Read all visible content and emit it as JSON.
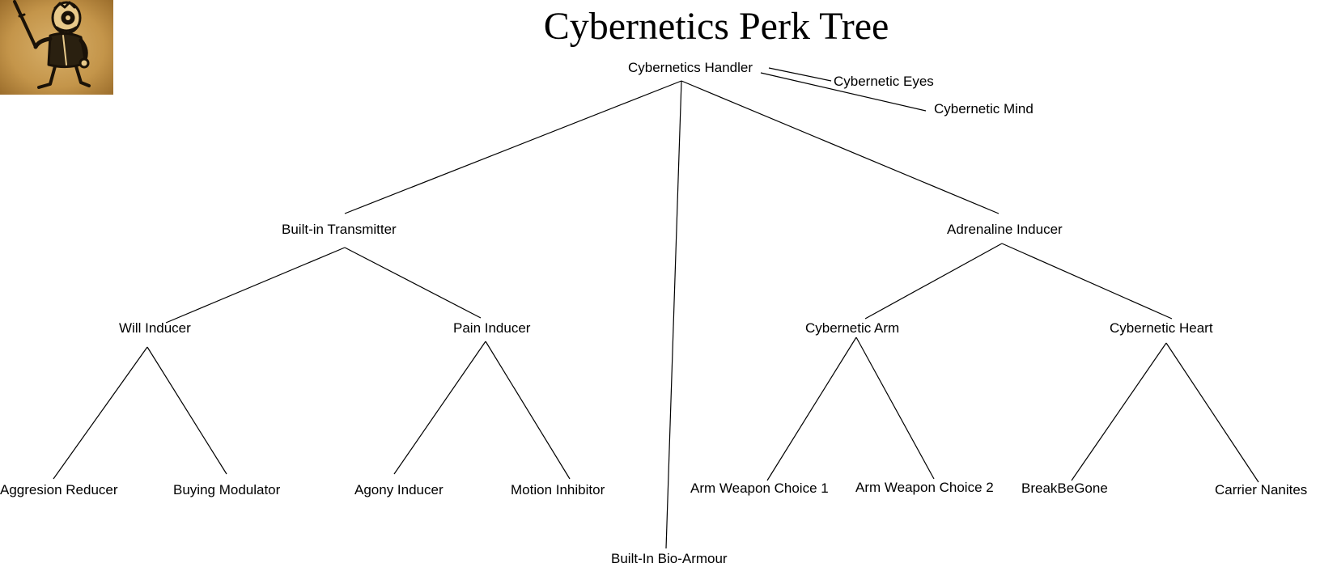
{
  "title": "Cybernetics Perk Tree",
  "logo": {
    "description_icon": "vault-boy-gunslinger-icon"
  },
  "nodes": {
    "handler": "Cybernetics Handler",
    "eyes": "Cybernetic Eyes",
    "mind": "Cybernetic Mind",
    "transmitter": "Built-in Transmitter",
    "adrenaline": "Adrenaline Inducer",
    "will": "Will Inducer",
    "pain": "Pain Inducer",
    "arm": "Cybernetic Arm",
    "heart": "Cybernetic Heart",
    "aggresion": "Aggresion Reducer",
    "buying": "Buying Modulator",
    "agony": "Agony Inducer",
    "motion": "Motion Inhibitor",
    "arm_weapon_1": "Arm Weapon Choice 1",
    "arm_weapon_2": "Arm Weapon Choice 2",
    "breakbegone": "BreakBeGone",
    "carrier": "Carrier Nanites",
    "bio_armour": "Built-In Bio-Armour"
  },
  "edges": [
    [
      "handler",
      "eyes"
    ],
    [
      "handler",
      "mind"
    ],
    [
      "handler",
      "transmitter"
    ],
    [
      "handler",
      "adrenaline"
    ],
    [
      "handler",
      "bio_armour"
    ],
    [
      "transmitter",
      "will"
    ],
    [
      "transmitter",
      "pain"
    ],
    [
      "adrenaline",
      "arm"
    ],
    [
      "adrenaline",
      "heart"
    ],
    [
      "will",
      "aggresion"
    ],
    [
      "will",
      "buying"
    ],
    [
      "pain",
      "agony"
    ],
    [
      "pain",
      "motion"
    ],
    [
      "arm",
      "arm_weapon_1"
    ],
    [
      "arm",
      "arm_weapon_2"
    ],
    [
      "heart",
      "breakbegone"
    ],
    [
      "heart",
      "carrier"
    ]
  ]
}
